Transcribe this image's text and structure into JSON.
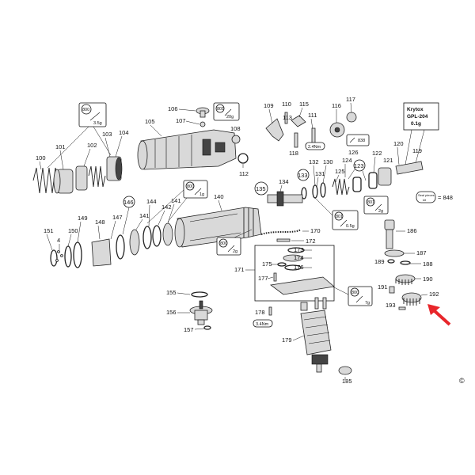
{
  "copyright_symbol": "©",
  "part_numbers": {
    "p100": "100",
    "p101": "101",
    "p102": "102",
    "p103": "103",
    "p104": "104",
    "p105": "105",
    "p106": "106",
    "p107": "107",
    "p108": "108",
    "p109": "109",
    "p110": "110",
    "p111": "111",
    "p112": "112",
    "p113": "113",
    "p115": "115",
    "p116": "116",
    "p117": "117",
    "p118": "118",
    "p119": "119",
    "p120": "120",
    "p121": "121",
    "p122": "122",
    "p123": "123",
    "p124": "124",
    "p125": "125",
    "p126": "126",
    "p130": "130",
    "p131": "131",
    "p132": "132",
    "p133": "133",
    "p134": "134",
    "p135": "135",
    "p140": "140",
    "p141a": "141",
    "p141b": "141",
    "p142": "142",
    "p144": "144",
    "p146": "146",
    "p147": "147",
    "p148": "148",
    "p149": "149",
    "p150": "150",
    "p151": "151",
    "p155": "155",
    "p156": "156",
    "p157": "157",
    "p170": "170",
    "p171": "171",
    "p172": "172",
    "p173": "173",
    "p174": "174",
    "p175": "175",
    "p176": "176",
    "p177": "177",
    "p178": "178",
    "p179": "179",
    "p185": "185",
    "p186": "186",
    "p187": "187",
    "p188": "188",
    "p189": "189",
    "p190": "190",
    "p191": "191",
    "p192": "192",
    "p193": "193",
    "p4": "4",
    "p838": "838"
  },
  "grease_tags": {
    "t1": {
      "code": "800",
      "amount": "3.5g"
    },
    "t2": {
      "code": "801",
      "amount": "20g"
    },
    "t3": {
      "code": "800",
      "amount": "1g"
    },
    "t4": {
      "code": "800",
      "amount": "2g"
    },
    "t5": {
      "code": "801",
      "amount": "0.5g"
    },
    "t6": {
      "code": "801",
      "amount": "2g"
    },
    "t7": {
      "code": "800",
      "amount": "7g"
    }
  },
  "torque_tags": {
    "q1": "2.4Nm",
    "q2": "3.4Nm"
  },
  "krytox_note": {
    "line1": "Krytox",
    "line2": "GPL-204",
    "line3": "0.1g"
  },
  "seal_kit": {
    "label1": "Seal pieces",
    "label2": "kit",
    "value": "= 848"
  },
  "colors": {
    "highlight_arrow": "#e8262b",
    "ink": "#111111",
    "part_fill": "#d9d9d9"
  }
}
